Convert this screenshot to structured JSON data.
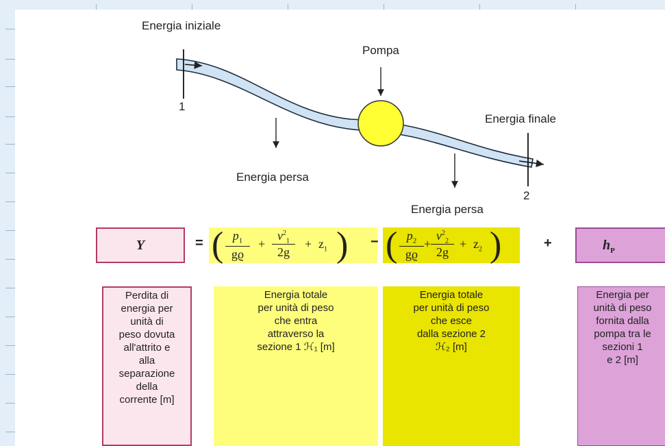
{
  "labels": {
    "initial_energy": "Energia iniziale",
    "pump": "Pompa",
    "final_energy": "Energia finale",
    "lost_energy_1": "Energia persa",
    "lost_energy_2": "Energia persa",
    "section_1": "1",
    "section_2": "2"
  },
  "equation": {
    "lhs_symbol": "Y",
    "equals": "=",
    "minus": "−",
    "plus_hp": "+",
    "term1": {
      "p": "p",
      "p_sub": "1",
      "den": "gϱ",
      "v": "v",
      "v_sup": "2",
      "v_sub": "1",
      "den2": "2g",
      "plus": "+",
      "z": "z",
      "z_sub": "1"
    },
    "term2": {
      "p": "p",
      "p_sub": "2",
      "den": "gϱ",
      "v": "v",
      "v_sup": "2",
      "v_sub": "2",
      "den2": "2g",
      "plus": "+",
      "z": "z",
      "z_sub": "2"
    },
    "hp_symbol": "h",
    "hp_sub": "P"
  },
  "descriptions": {
    "friction_loss": "Perdita di\nenergia per\nunità di\npeso dovuta\nall'attrito e\nalla\nseparazione\ndella\ncorrente [m]",
    "energy_in": "Energia totale\nper unità di peso\nche entra\nattraverso la\nsezione 1 ℋ₁ [m]",
    "energy_out": "Energia totale\nper unità di peso\nche esce\ndalla sezione 2\nℋ₂ [m]",
    "pump_energy": "Energia per\nunità di peso\nfornita dalla\npompa tra le\nsezioni 1\ne 2 [m]"
  },
  "colors": {
    "pink_fill": "#fbe6ee",
    "pink_border": "#b23a60",
    "yellow_light": "#fefe7c",
    "yellow_dark": "#e9e400",
    "purple_fill": "#dda3d9",
    "pipe_fill": "#cfe3f4",
    "pump_fill": "#ffff33"
  }
}
